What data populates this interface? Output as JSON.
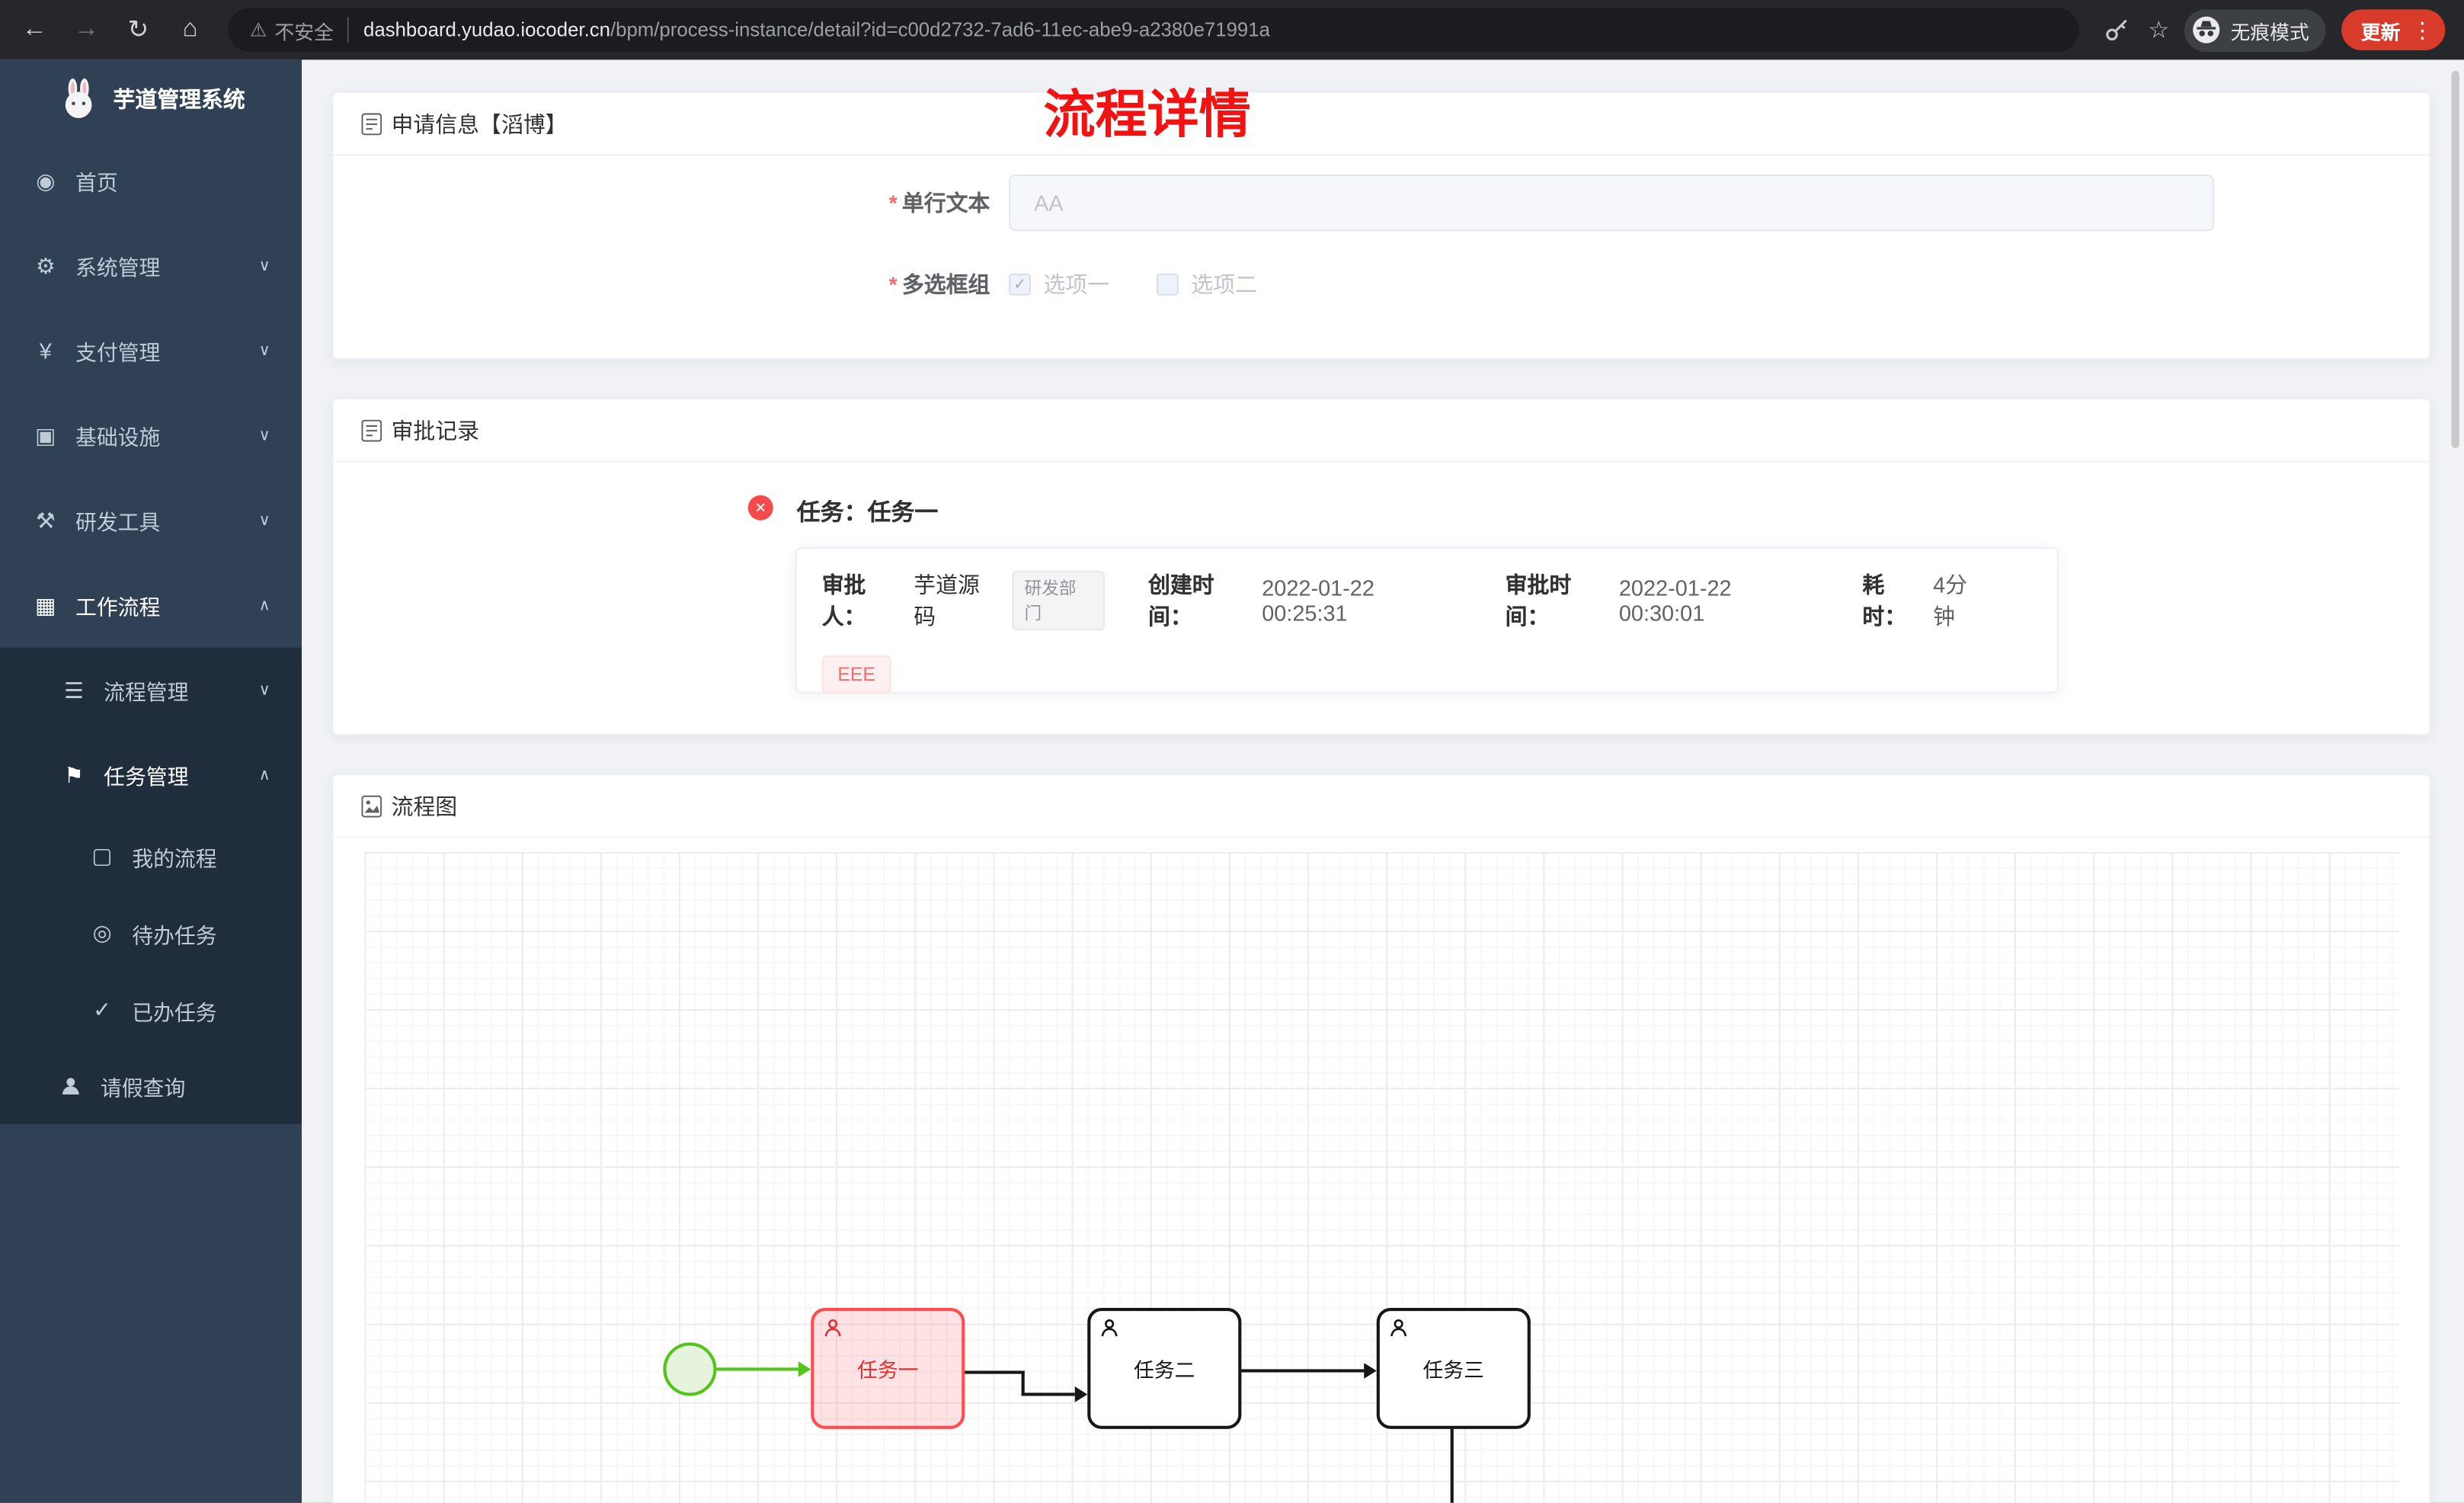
{
  "browser": {
    "security": "不安全",
    "url": {
      "domain": "dashboard.yudao.iocoder.cn",
      "path": "/bpm/process-instance/detail?id=c00d2732-7ad6-11ec-abe9-a2380e71991a"
    },
    "incognito": "无痕模式",
    "update": "更新"
  },
  "icons": {
    "back": "←",
    "forward": "→",
    "refresh": "↻",
    "home": "⌂",
    "warning": "⚠",
    "star": "☆",
    "dots": "⋮",
    "chevron_down": "∨",
    "chevron_up": "∧",
    "dashboard": "◉",
    "gear": "⚙",
    "yen": "¥",
    "infra": "▣",
    "devtools": "⚒",
    "workflow": "▦",
    "process": "☰",
    "task": "⚑",
    "myprocess": "▢",
    "todo": "◎",
    "done": "✓",
    "error_x": "✕",
    "check": "✓"
  },
  "sidebar": {
    "title": "芋道管理系统",
    "items": [
      {
        "label": "首页"
      },
      {
        "label": "系统管理"
      },
      {
        "label": "支付管理"
      },
      {
        "label": "基础设施"
      },
      {
        "label": "研发工具"
      },
      {
        "label": "工作流程"
      },
      {
        "label": "流程管理"
      },
      {
        "label": "任务管理"
      },
      {
        "label": "我的流程"
      },
      {
        "label": "待办任务"
      },
      {
        "label": "已办任务"
      },
      {
        "label": "请假查询"
      }
    ]
  },
  "page": {
    "title": "流程详情"
  },
  "apply_card": {
    "title": "申请信息【滔博】",
    "required_mark": "*",
    "text_field": {
      "label": "单行文本",
      "placeholder": "AA"
    },
    "checkbox_group": {
      "label": "多选框组",
      "options": [
        {
          "label": "选项一",
          "checked": true
        },
        {
          "label": "选项二",
          "checked": false
        }
      ]
    }
  },
  "approval_card": {
    "title": "审批记录",
    "task_title": "任务：任务一",
    "fields": [
      {
        "label": "审批人：",
        "value": "芋道源码",
        "tag": "研发部门"
      },
      {
        "label": "创建时间：",
        "value": "2022-01-22 00:25:31"
      },
      {
        "label": "审批时间：",
        "value": "2022-01-22 00:30:01"
      },
      {
        "label": "耗时：",
        "value": "4分钟"
      }
    ],
    "comment": "EEE"
  },
  "diagram_card": {
    "title": "流程图",
    "nodes": [
      {
        "label": "任务一",
        "highlighted": true
      },
      {
        "label": "任务二",
        "highlighted": false
      },
      {
        "label": "任务三",
        "highlighted": false
      }
    ]
  },
  "colors": {
    "accent_red": "#f56c6c",
    "highlight_red": "#ff4d4f",
    "path_green": "#52c41a",
    "sidebar_bg": "#304156",
    "submenu_bg": "#1f2d3d",
    "update_chip": "#d93b2b"
  }
}
